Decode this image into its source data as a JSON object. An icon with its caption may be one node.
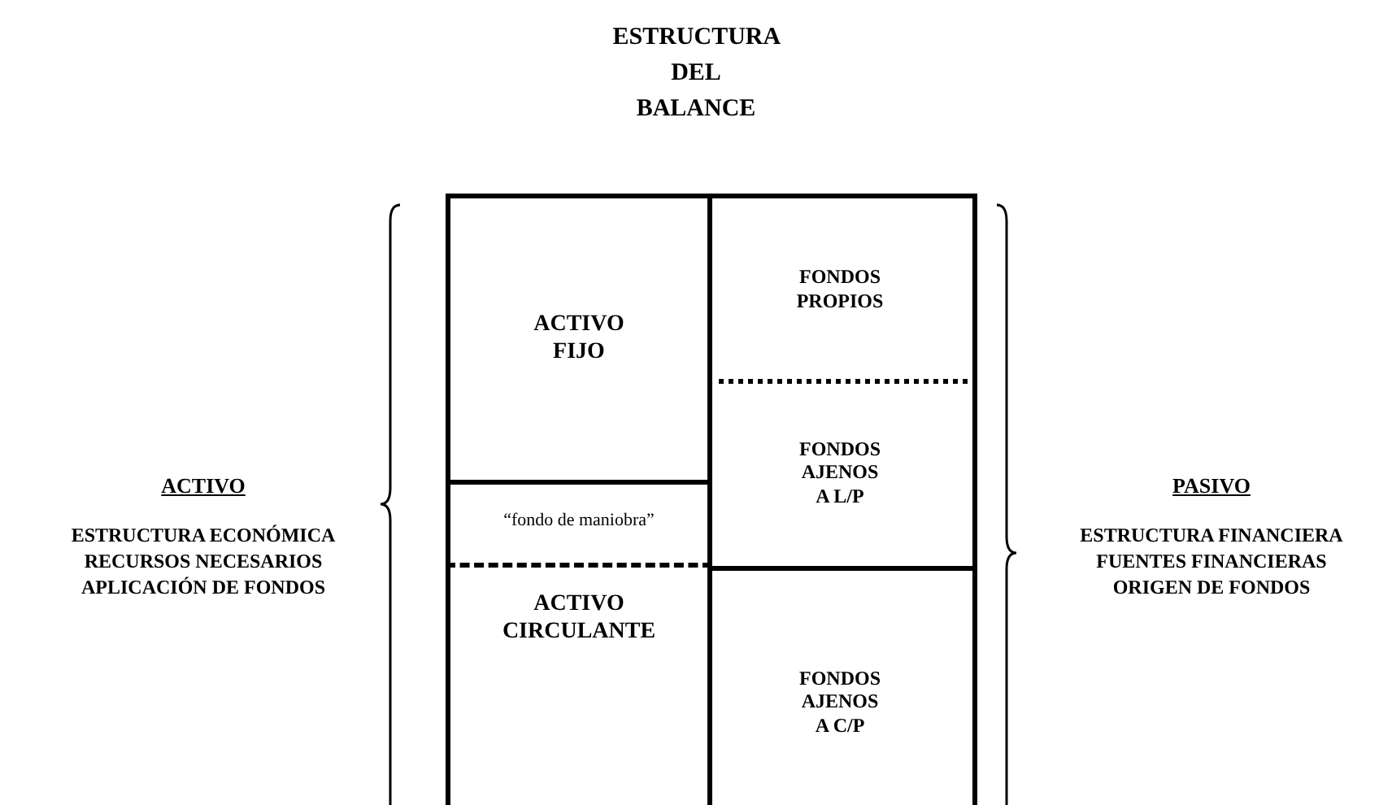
{
  "diagram": {
    "title": "ESTRUCTURA DEL BALANCE",
    "nodes": [
      {
        "text": [
          "ACTIVO FIJO"
        ]
      },
      {
        "text": [
          "“fondo de maniobra”"
        ]
      },
      {
        "text": [
          "ACTIVO CIRCULANTE"
        ]
      },
      {
        "text": [
          "FONDOS PROPIOS"
        ]
      },
      {
        "text": [
          "FONDOS AJENOS A L/P"
        ]
      },
      {
        "text": [
          "FONDOS AJENOS A C/P"
        ]
      }
    ],
    "labels": [
      "ACTIVO",
      "ESTRUCTURA ECONÓMICA",
      "RECURSOS NECESARIOS",
      "APLICACIÓN DE FONDOS",
      "PASIVO",
      "ESTRUCTURA FINANCIERA",
      "FUENTES FINANCIERAS",
      "ORIGEN DE FONDOS"
    ]
  }
}
